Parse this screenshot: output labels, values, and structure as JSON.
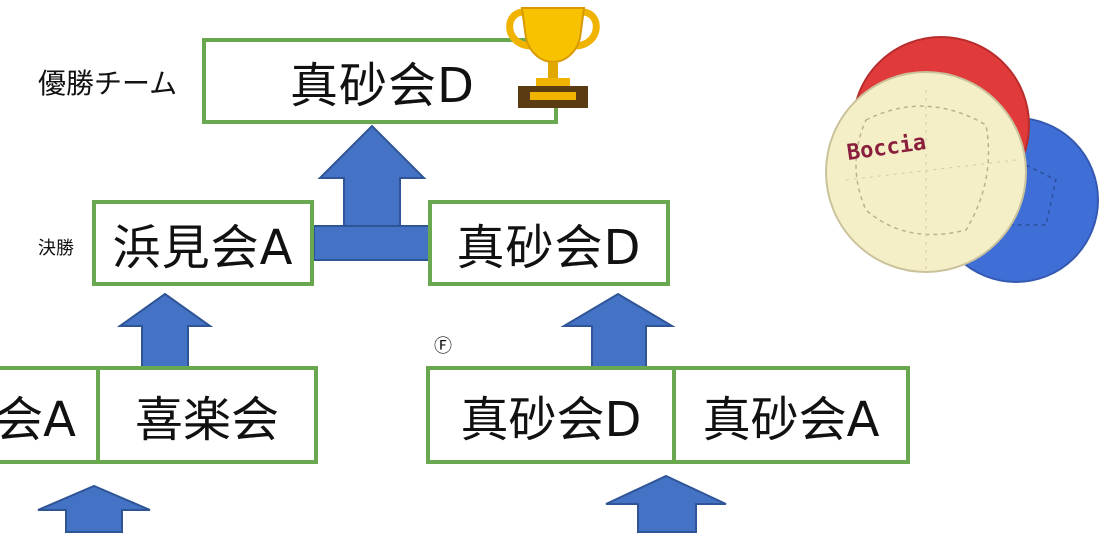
{
  "champion": {
    "label": "優勝チーム",
    "team": "真砂会D"
  },
  "final": {
    "label": "決勝",
    "left_team": "浜見会A",
    "right_team": "真砂会D"
  },
  "semifinal": {
    "left_pair": [
      "会A",
      "喜楽会"
    ],
    "marker": "Ⓕ",
    "right_pair": [
      "真砂会D",
      "真砂会A"
    ]
  },
  "ball_text": "Boccia",
  "colors": {
    "box_border": "#6aa84f",
    "arrow": "#4472c4",
    "arrow_stroke": "#2f5597",
    "trophy_gold": "#f0b400",
    "ball_red": "#e13a3a",
    "ball_blue": "#3f6fd6",
    "ball_cream": "#f5efc8"
  }
}
